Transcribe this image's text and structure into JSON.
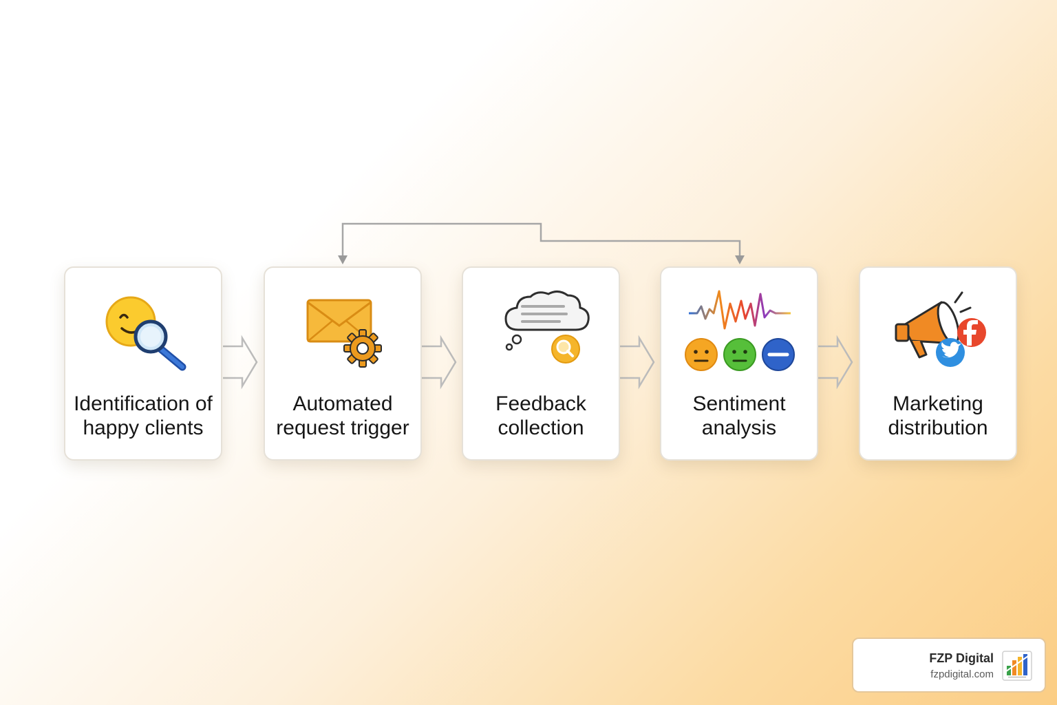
{
  "steps": [
    {
      "label_line1": "Identification of",
      "label_line2": "happy clients",
      "icon": "smiley-magnifier-icon"
    },
    {
      "label_line1": "Automated",
      "label_line2": "request trigger",
      "icon": "envelope-gear-icon"
    },
    {
      "label_line1": "Feedback",
      "label_line2": "collection",
      "icon": "thought-bubble-search-icon"
    },
    {
      "label_line1": "Sentiment",
      "label_line2": "analysis",
      "icon": "waveform-emoji-icon"
    },
    {
      "label_line1": "Marketing",
      "label_line2": "distribution",
      "icon": "megaphone-social-icon"
    }
  ],
  "branding": {
    "name": "FZP Digital",
    "url": "fzpdigital.com",
    "logo_text": "FZP Digital"
  },
  "colors": {
    "background_start": "#ffffff",
    "background_end": "#fbcd84",
    "connector": "#a6a6a6",
    "accent_orange": "#f0a225",
    "badge_border": "#e5c79a"
  }
}
